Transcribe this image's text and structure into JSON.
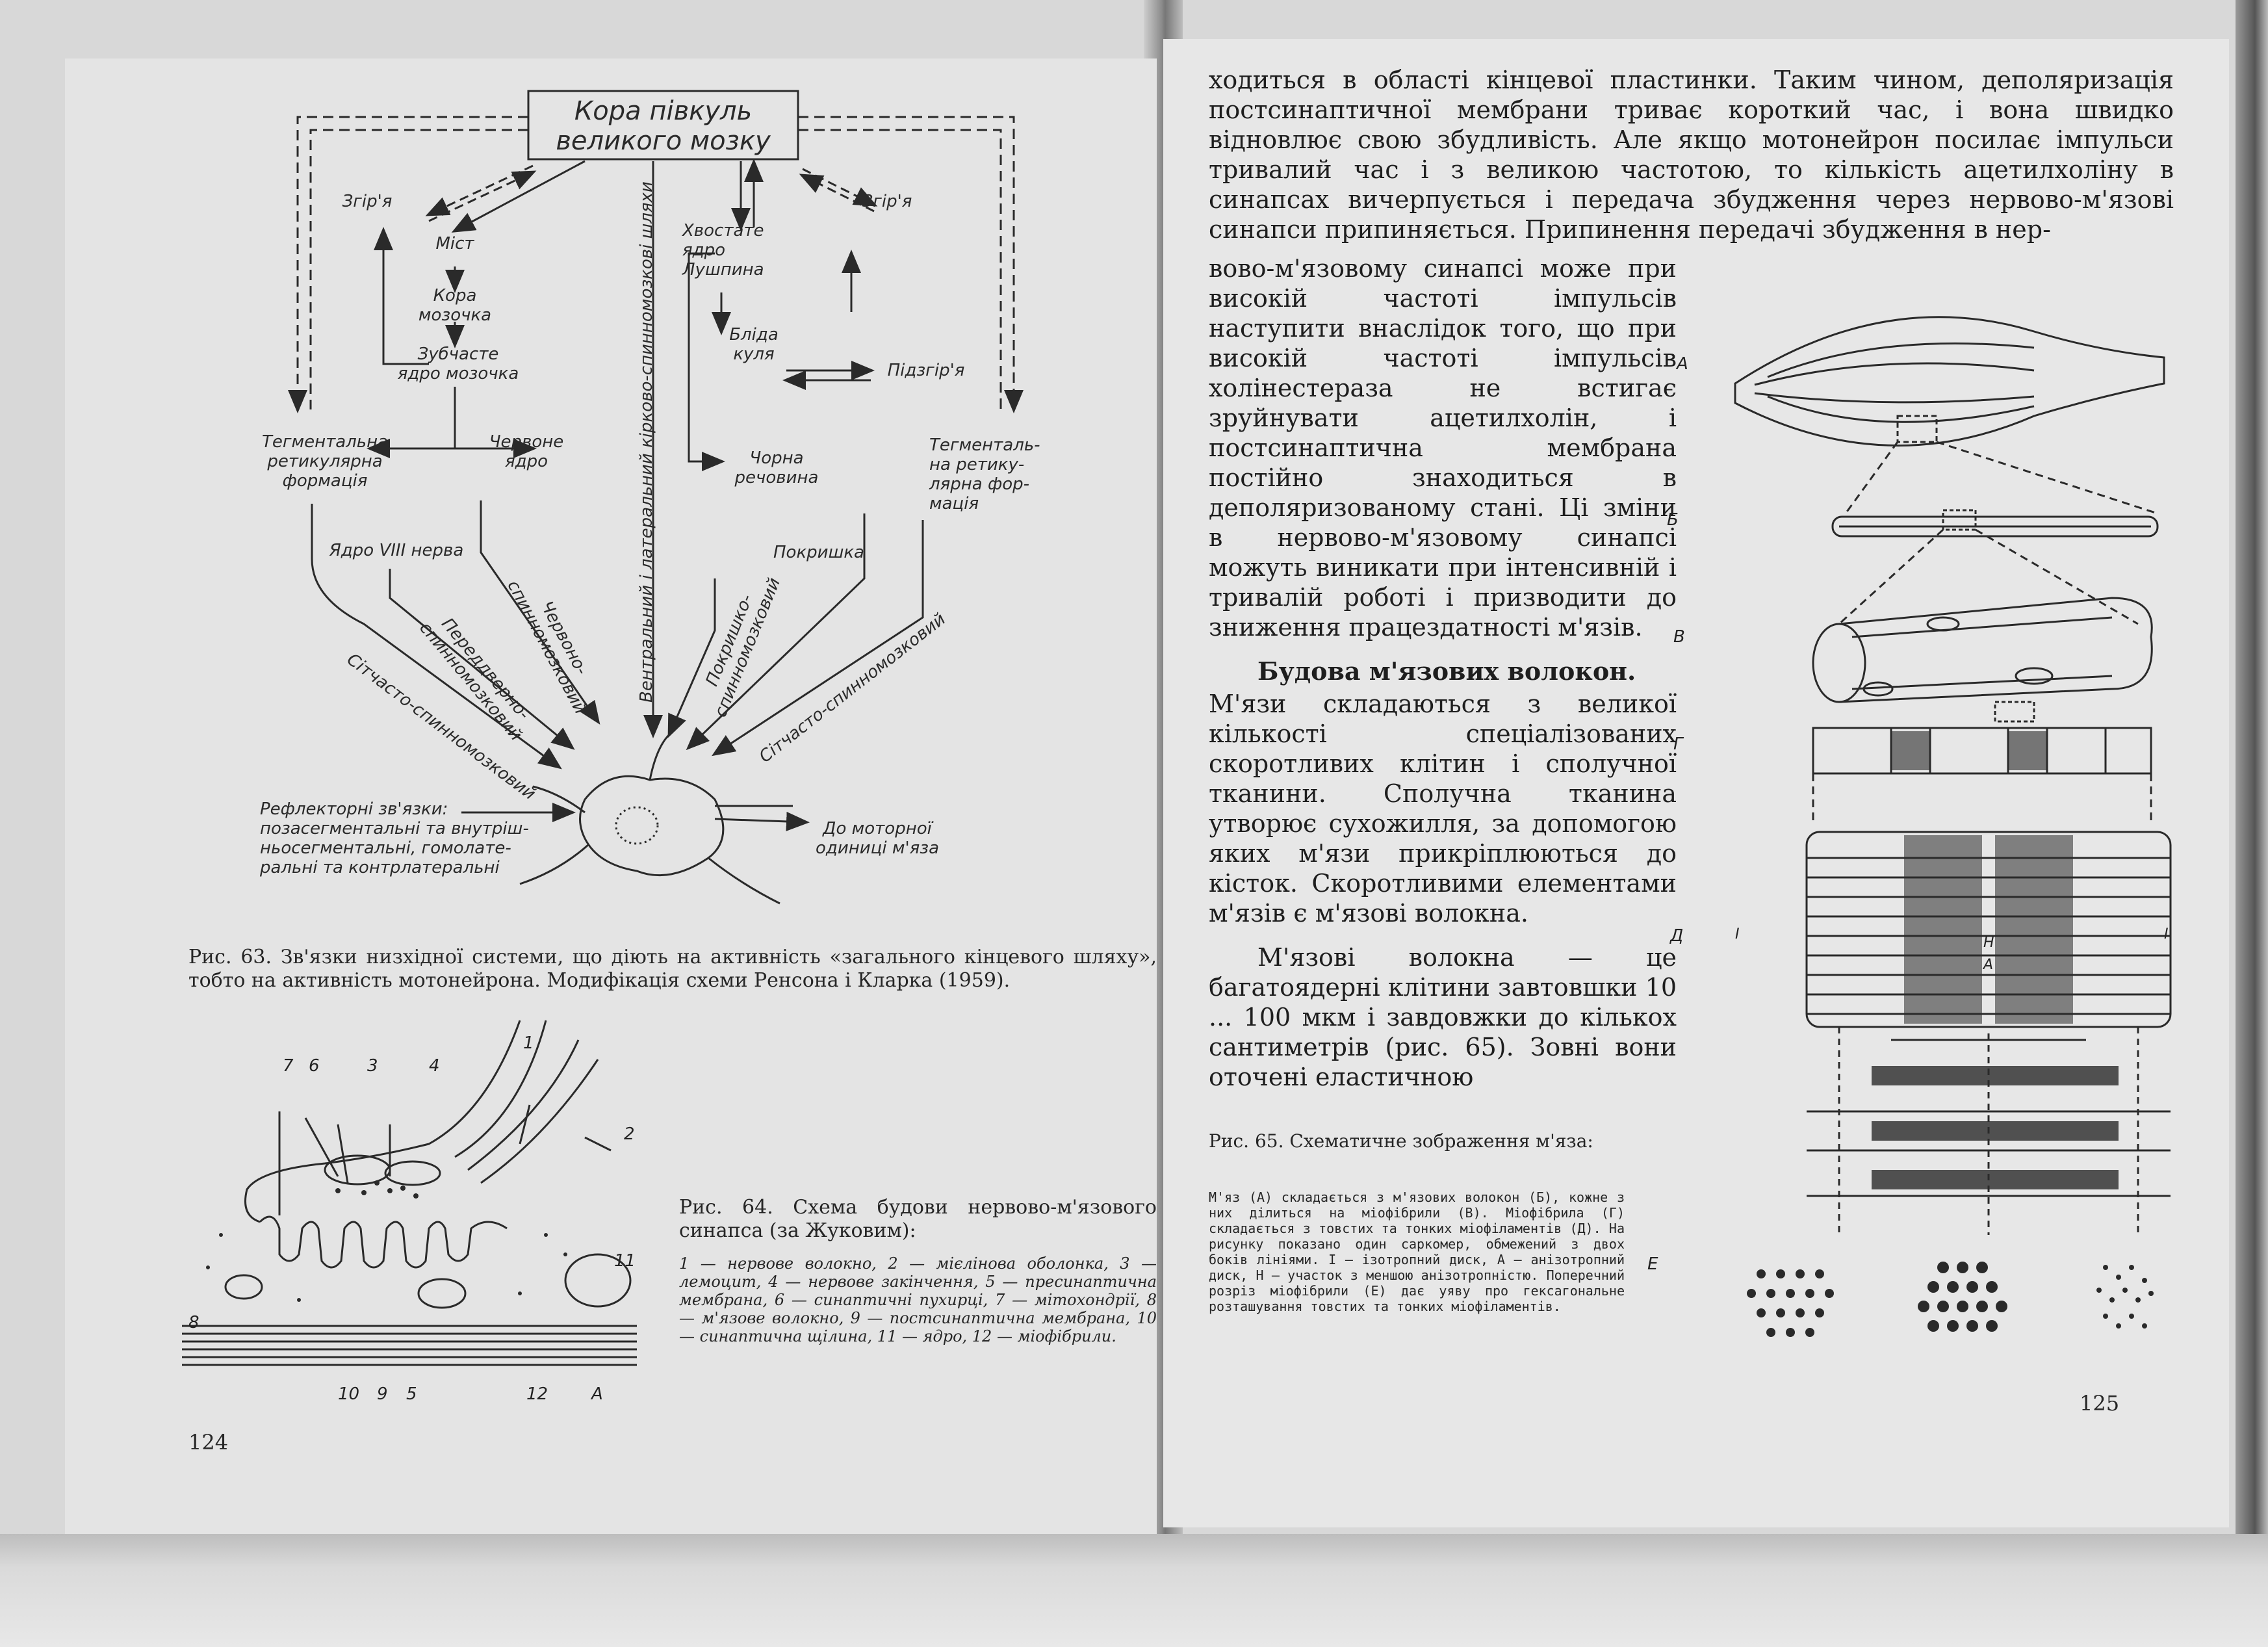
{
  "left": {
    "fig63": {
      "top_box": "Кора півкуль\nвеликого мозку",
      "zgirya_left": "Згір'я",
      "mist": "Міст",
      "kora_mozochka": "Кора\nмозочка",
      "zubchaste": "Зубчасте\nядро мозочка",
      "tegm_left": "Тегментальна\nретикулярна\nформація",
      "chervone": "Червоне\nядро",
      "yadro_viii": "Ядро VIII нерва",
      "khvostate": "Хвостате\nядро\nЛушпина",
      "blida": "Бліда\nкуля",
      "pidzgirya": "Підзгір'я",
      "zgirya_right": "Згір'я",
      "chorna": "Чорна\nречовина",
      "tegm_right": "Тегменталь-\nна ретику-\nлярна фор-\nмація",
      "pokryshka": "Покришка",
      "tract_cortico": "Вентральний і латеральний кірково-спинномозкові шляхи",
      "tract_sitchasto_left": "Сітчасто-спинномозковий",
      "tract_pereddv": "Переддверно-\nспинномозковий",
      "tract_chervono": "Червоно-\nспинномозковий",
      "tract_pokryshko": "Покришко-\nспинномозковий",
      "tract_sitchasto_right": "Сітчасто-спинномозковий",
      "reflex": "Рефлекторні зв'язки:\nпозасегментальні та внутріш-\nньосегментальні, гомолате-\nральні та контрлатеральні",
      "motor_unit": "До моторної\nодиниці м'яза"
    },
    "caption63": "Рис. 63. Зв'язки низхідної системи, що діють на активність «загального кінцевого шляху», тобто на активність мотонейрона. Модифікація схеми Ренсона і Кларка (1959).",
    "fig64_numbers": [
      "1",
      "2",
      "3",
      "4",
      "5",
      "6",
      "7",
      "8",
      "9",
      "10",
      "11",
      "12",
      "А"
    ],
    "caption64_title": "Рис. 64. Схема будови нервово-м'язового синапса (за Жуковим):",
    "caption64_text": "1 — нервове волокно, 2 — мієлінова оболонка, 3 — лемоцит, 4 — нервове закінчення, 5 — пресинаптична мембрана, 6 — синаптичні пухирці, 7 — мітохондрії, 8 — м'язове волокно, 9 — постсинаптична мембрана, 10 — синаптична щілина, 11 — ядро, 12 — міофібрили.",
    "page_number": "124"
  },
  "right": {
    "top_text": "ходиться в області кінцевої пластинки. Таким чином, деполяризація постсинаптичної мембрани триває короткий час, і вона швидко відновлює свою збудливість. Але якщо мотонейрон посилає імпульси тривалий час і з великою частотою, то кількість ацетилхоліну в синапсах вичерпується і передача збудження через нервово-м'язові синапси припиняється. Припинення передачі збудження в нер-",
    "col_text1": "вово-м'язовому синапсі може при високій частоті імпульсів наступити внаслідок того, що при високій частоті імпульсів холінестераза не встигає зруйнувати ацетилхолін, і постсинаптична мембрана постійно знаходиться в деполяризованому стані. Ці зміни в нервово-м'язовому синапсі можуть виникати при інтенсивній і тривалій роботі і призводити до зниження працездатності м'язів.",
    "heading": "Будова м'язових волокон.",
    "col_text2": "М'язи складаються з великої кількості спеціалізованих скоротливих клітин і сполучної тканини. Сполучна тканина утворює сухожилля, за допомогою яких м'язи прикріплюються до кісток. Скоротливими елементами м'язів є м'язові волокна.",
    "col_text3": "М'язові волокна — це багатоядерні клітини завтовшки 10 ... 100 мкм і завдовжки до кількох сантиметрів (рис. 65). Зовні вони оточені еластичною",
    "caption65_title": "Рис. 65. Схематичне зображення м'яза:",
    "caption65_text": "М'яз (А) складається з м'язових волокон (Б), кожне з них ділиться на міофібрили (В). Міофібрила (Г) складається з товстих та тонких міофіламентів (Д). На рисунку показано один саркомер, обмежений з двох боків лініями. I — ізотропний диск, А — анізотропний диск, Н — участок з меншою анізотропністю. Поперечний розріз міофібрили (Е) дає уяву про гексагональне розташування товстих та тонких міофіламентів.",
    "fig65_labels": [
      "А",
      "Б",
      "В",
      "Г",
      "Д",
      "Е"
    ],
    "fig65_bands": [
      "I",
      "H",
      "A",
      "I"
    ],
    "page_number": "125"
  }
}
